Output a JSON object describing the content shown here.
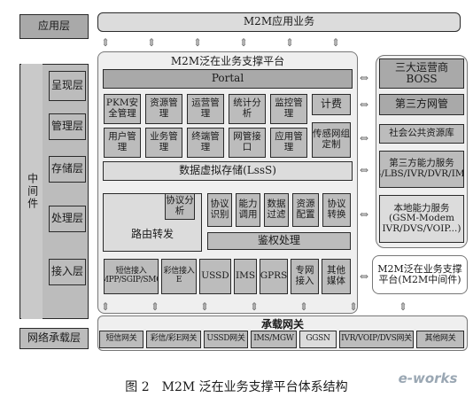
{
  "left_column": {
    "top": "应用层",
    "middleware": "中间件",
    "layers": [
      "呈现层",
      "管理层",
      "存储层",
      "处理层",
      "接入层"
    ],
    "bottom": "网络承载层"
  },
  "app_business": "M2M应用业务",
  "platform": {
    "title": "M2M泛在业务支撑平台",
    "portal": "Portal",
    "row1": [
      "PKM安全管理",
      "资源管理",
      "运营管理",
      "统计分析",
      "监控管理",
      "计费"
    ],
    "row2": [
      "用户管理",
      "业务管理",
      "终端管理",
      "网管接口",
      "应用管理",
      "传感网组定制"
    ],
    "storage": "数据虚拟存储(LssS)",
    "routing": "路由转发",
    "protocol_analysis": "协议分析",
    "row3": [
      "协议识别",
      "能力调用",
      "数据过滤",
      "资源配置",
      "协议转换"
    ],
    "auth": "鉴权处理",
    "access": [
      "短信接入(CMPP/SGIP/SMGP)",
      "彩信接入E",
      "USSD",
      "IMS",
      "GPRS",
      "专网接入",
      "其他媒体"
    ]
  },
  "right_column": {
    "boss": "三大运营商BOSS",
    "third_nm": "第三方网管",
    "public_lib": "社会公共资源库",
    "third_cap": "第三方能力服务(GIS/LBS/IVR/DVR/IMS...)",
    "local_cap": "本地能力服务(GSM-Modem IVR/DVS/VOIP...)",
    "mw": "M2M泛在业务支撑平台(M2M中间件)"
  },
  "gateway": {
    "title": "承载网关",
    "items": [
      "短信网关",
      "彩信/彩E网关",
      "USSD网关",
      "IMS/MGW",
      "GGSN",
      "IVR/VOIP/DVS网关",
      "其他网关"
    ]
  },
  "caption": "图 2　M2M 泛在业务支撑平台体系结构",
  "watermark": "e-works"
}
